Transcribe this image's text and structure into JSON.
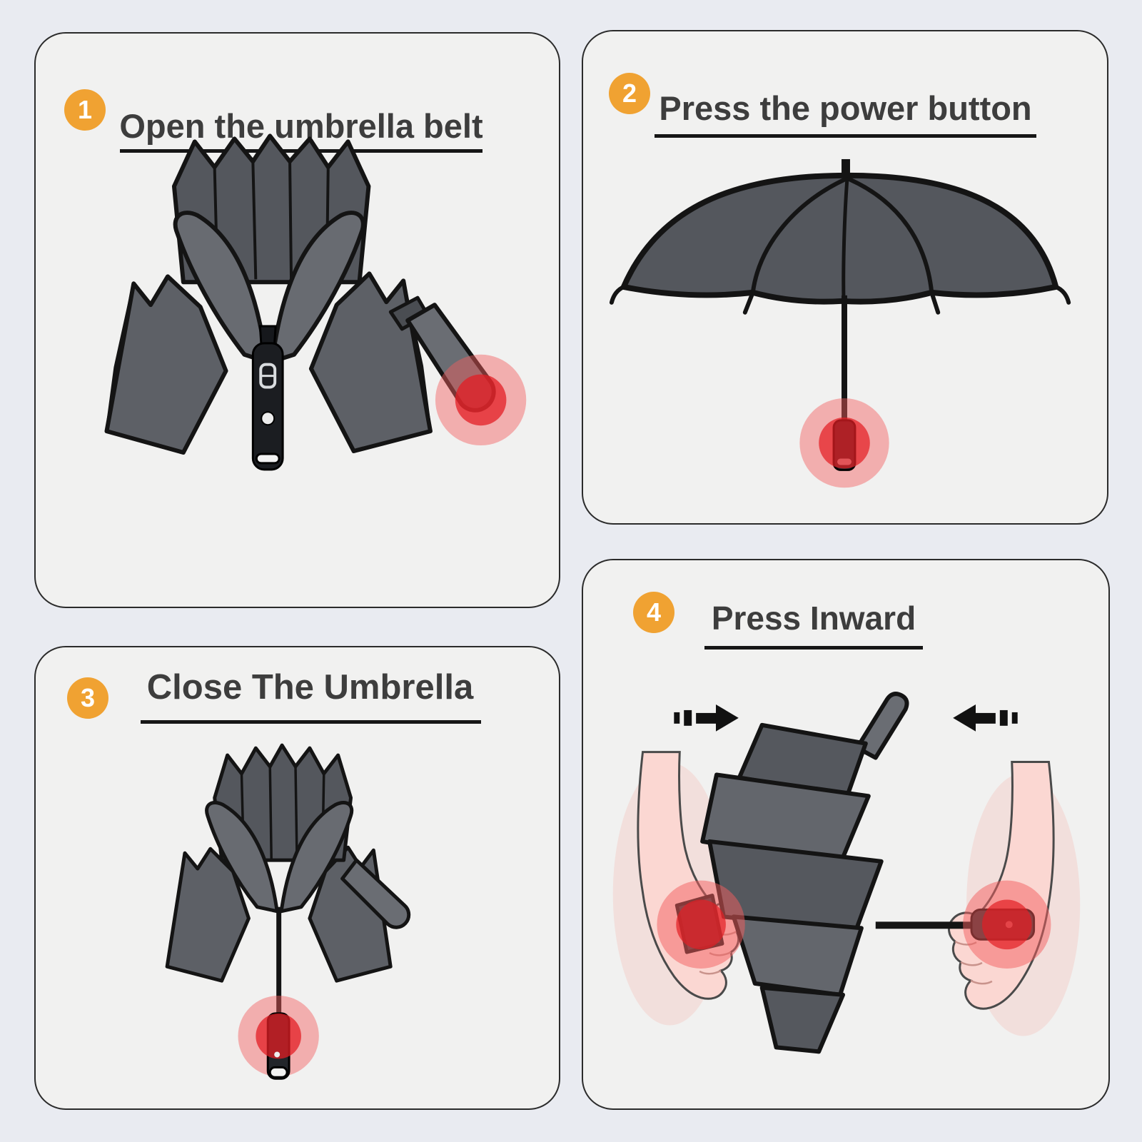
{
  "page": {
    "background": "#E9EBF1",
    "description_domain": "umbrella usage instruction diagram"
  },
  "panels": [
    {
      "badge": "1",
      "title": "Open the umbrella belt"
    },
    {
      "badge": "2",
      "title": "Press the power button"
    },
    {
      "badge": "3",
      "title": "Close The Umbrella"
    },
    {
      "badge": "4",
      "title": "Press Inward"
    }
  ],
  "icons": {
    "step1_illustration": "folded-inverted-umbrella-with-belt-strap",
    "step2_illustration": "open-umbrella-canopy-with-handle",
    "step3_illustration": "closing-umbrella-on-shaft",
    "step4_illustration": "hands-pressing-folded-umbrella",
    "highlight": "red-glow-press-point",
    "arrows": "inward-pointing-black-arrows"
  },
  "colors": {
    "badge_orange": "#F0A232",
    "title_text": "#3D3D3D",
    "underline": "#161616",
    "card_background": "#F1F1F0",
    "card_border": "#2B2B2B",
    "page_background": "#E9EBF1",
    "umbrella_dark": "#54575D",
    "umbrella_mid": "#5D6066",
    "umbrella_light": "#686B71",
    "outline_black": "#141414",
    "highlight_outer": "rgba(243,93,93,0.45)",
    "highlight_inner": "rgba(227,30,36,0.75)",
    "hand_skin": "#FBD7D2"
  }
}
